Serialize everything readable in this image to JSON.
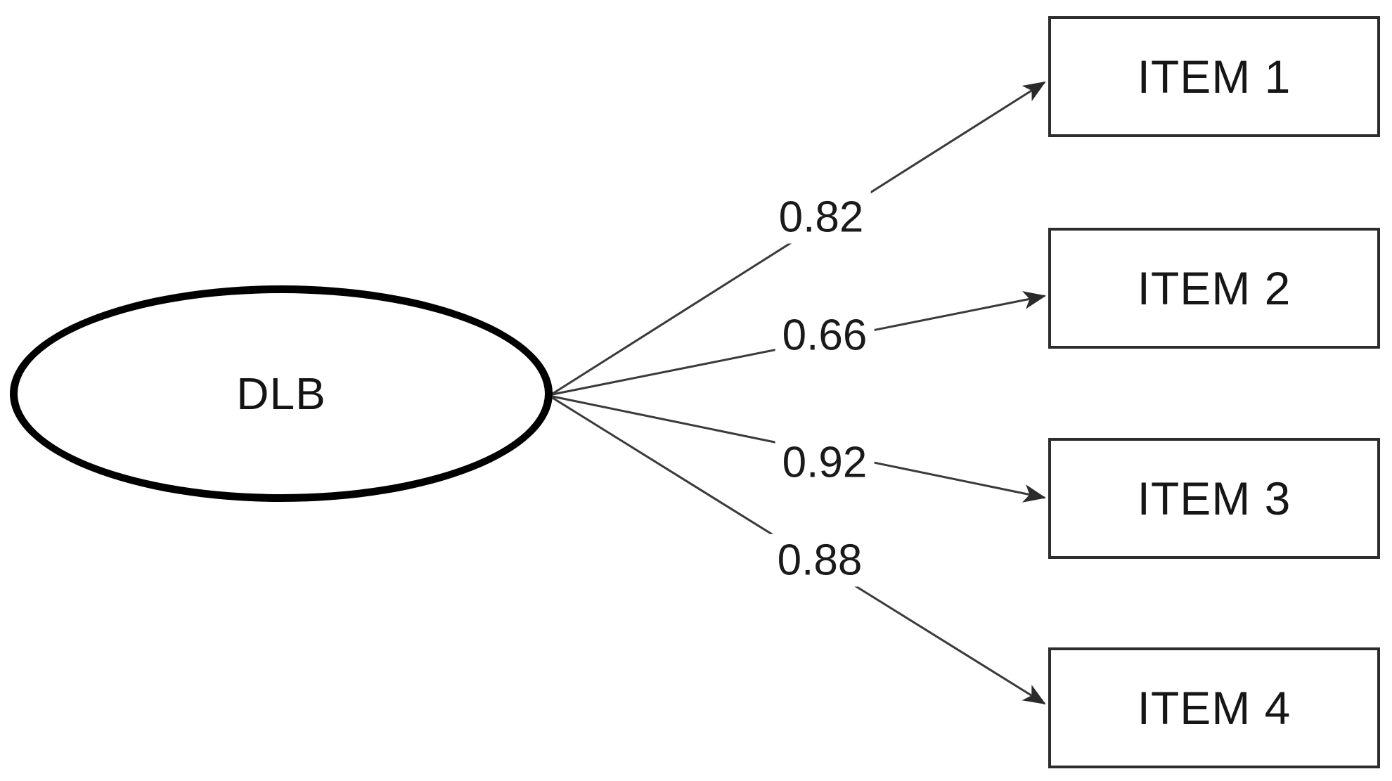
{
  "diagram": {
    "kind": "confirmatory-factor-analysis-path-diagram",
    "latent": {
      "label": "DLB",
      "shape": "ellipse"
    },
    "items": [
      {
        "label": "ITEM 1",
        "loading": "0.82"
      },
      {
        "label": "ITEM 2",
        "loading": "0.66"
      },
      {
        "label": "ITEM 3",
        "loading": "0.92"
      },
      {
        "label": "ITEM 4",
        "loading": "0.88"
      }
    ],
    "edges": [
      {
        "from": "DLB",
        "to": "ITEM 1",
        "value": "0.82",
        "arrow": "filled-triangle"
      },
      {
        "from": "DLB",
        "to": "ITEM 2",
        "value": "0.66",
        "arrow": "filled-triangle"
      },
      {
        "from": "DLB",
        "to": "ITEM 3",
        "value": "0.92",
        "arrow": "filled-triangle"
      },
      {
        "from": "DLB",
        "to": "ITEM 4",
        "value": "0.88",
        "arrow": "filled-triangle"
      }
    ],
    "colors": {
      "background": "#ffffff",
      "ellipse_stroke": "#000000",
      "box_border": "#2d2d2d",
      "line": "#3a3a3a",
      "text": "#161616"
    }
  }
}
